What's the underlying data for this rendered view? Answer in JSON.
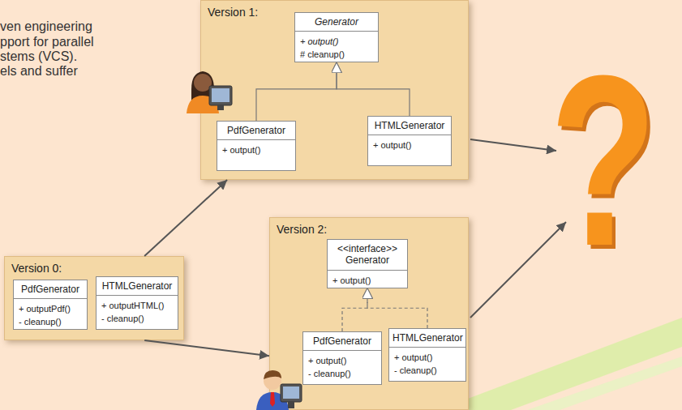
{
  "diagram": {
    "nodes": [
      {
        "text": [
          "Version 1:"
        ]
      },
      {
        "text": [
          "Generator",
          "+ output()",
          "# cleanup()"
        ],
        "in": 0
      },
      {
        "text": [
          "PdfGenerator",
          "+ output()"
        ],
        "in": 0
      },
      {
        "text": [
          "HTMLGenerator",
          "+ output()"
        ],
        "in": 0
      },
      {
        "text": [
          "Version 0:"
        ]
      },
      {
        "text": [
          "PdfGenerator",
          "+ outputPdf()",
          "- cleanup()"
        ],
        "in": 4
      },
      {
        "text": [
          "HTMLGenerator",
          "+ outputHTML()",
          "- cleanup()"
        ],
        "in": 4
      },
      {
        "text": [
          "Version 2:"
        ]
      },
      {
        "text": [
          "<<interface>> Generator",
          "+ output()"
        ],
        "in": 7
      },
      {
        "text": [
          "PdfGenerator",
          "+ output()",
          "- cleanup()"
        ],
        "in": 7
      },
      {
        "text": [
          "HTMLGenerator",
          "+ output()",
          "- cleanup()"
        ],
        "in": 7
      }
    ],
    "edges": [
      {
        "from": 2,
        "to": 1,
        "arrow": "to"
      },
      {
        "from": 3,
        "to": 1,
        "arrow": "to"
      },
      {
        "from": 4,
        "to": 0,
        "arrow": "to"
      },
      {
        "from": 4,
        "to": 7,
        "arrow": "to"
      },
      {
        "from": 9,
        "to": 8,
        "arrow": "to"
      },
      {
        "from": 10,
        "to": 8,
        "arrow": "to"
      }
    ],
    "labels": [
      "ven engineering",
      "pport for parallel",
      "stems (VCS).",
      "els and suffer",
      "?"
    ]
  }
}
